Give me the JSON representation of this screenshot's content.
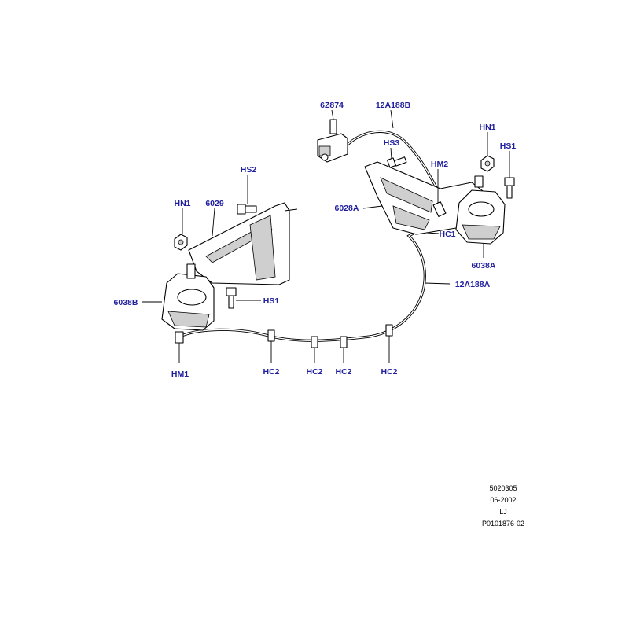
{
  "diagram": {
    "callouts": {
      "c_6z874": "6Z874",
      "c_12a188b": "12A188B",
      "c_hn1_right": "HN1",
      "c_hs3": "HS3",
      "c_hs1_right": "HS1",
      "c_hm2": "HM2",
      "c_hs2": "HS2",
      "c_6028a": "6028A",
      "c_hn1_left": "HN1",
      "c_6029": "6029",
      "c_hc1": "HC1",
      "c_6038a": "6038A",
      "c_12a188a": "12A188A",
      "c_hs1_left": "HS1",
      "c_6038b": "6038B",
      "c_hm1": "HM1",
      "c_hc2_a": "HC2",
      "c_hc2_b": "HC2",
      "c_hc2_c": "HC2",
      "c_hc2_d": "HC2"
    },
    "footer": {
      "drawing_number": "5020305",
      "date": "06-2002",
      "initials": "LJ",
      "reference": "P0101876-02"
    },
    "colors": {
      "callout_text": "#1f1f9e",
      "line_art": "#000000",
      "background": "#ffffff"
    }
  }
}
